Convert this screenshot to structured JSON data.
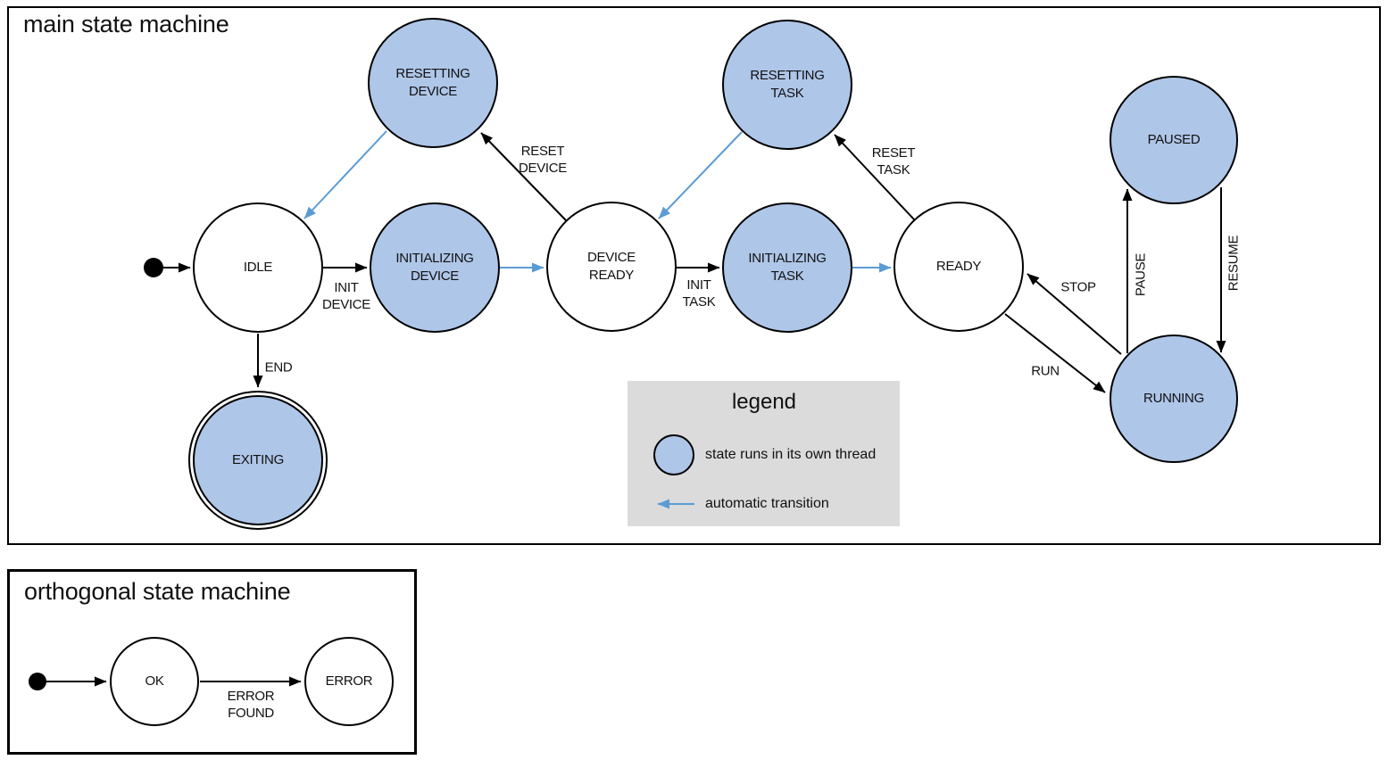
{
  "main_machine": {
    "title": "main state machine",
    "states": [
      {
        "label": "IDLE",
        "threaded": false,
        "final": false
      },
      {
        "label": "INITIALIZING\nDEVICE",
        "threaded": true,
        "final": false
      },
      {
        "label": "DEVICE\nREADY",
        "threaded": false,
        "final": false
      },
      {
        "label": "INITIALIZING\nTASK",
        "threaded": true,
        "final": false
      },
      {
        "label": "READY",
        "threaded": false,
        "final": false
      },
      {
        "label": "RESETTING\nDEVICE",
        "threaded": true,
        "final": false
      },
      {
        "label": "RESETTING\nTASK",
        "threaded": true,
        "final": false
      },
      {
        "label": "PAUSED",
        "threaded": true,
        "final": false
      },
      {
        "label": "RUNNING",
        "threaded": true,
        "final": false
      },
      {
        "label": "EXITING",
        "threaded": true,
        "final": true
      }
    ],
    "transitions": [
      {
        "from": "initial",
        "to": "IDLE",
        "label": "",
        "automatic": false
      },
      {
        "from": "IDLE",
        "to": "INITIALIZING DEVICE",
        "label": "INIT\nDEVICE",
        "automatic": false
      },
      {
        "from": "INITIALIZING DEVICE",
        "to": "DEVICE READY",
        "label": "",
        "automatic": true
      },
      {
        "from": "DEVICE READY",
        "to": "RESETTING DEVICE",
        "label": "RESET\nDEVICE",
        "automatic": false
      },
      {
        "from": "RESETTING DEVICE",
        "to": "IDLE",
        "label": "",
        "automatic": true
      },
      {
        "from": "DEVICE READY",
        "to": "INITIALIZING TASK",
        "label": "INIT\nTASK",
        "automatic": false
      },
      {
        "from": "INITIALIZING TASK",
        "to": "READY",
        "label": "",
        "automatic": true
      },
      {
        "from": "READY",
        "to": "RESETTING TASK",
        "label": "RESET\nTASK",
        "automatic": false
      },
      {
        "from": "RESETTING TASK",
        "to": "DEVICE READY",
        "label": "",
        "automatic": true
      },
      {
        "from": "READY",
        "to": "RUNNING",
        "label": "RUN",
        "automatic": false
      },
      {
        "from": "RUNNING",
        "to": "READY",
        "label": "STOP",
        "automatic": false
      },
      {
        "from": "RUNNING",
        "to": "PAUSED",
        "label": "PAUSE",
        "automatic": false
      },
      {
        "from": "PAUSED",
        "to": "RUNNING",
        "label": "RESUME",
        "automatic": false
      },
      {
        "from": "IDLE",
        "to": "EXITING",
        "label": "END",
        "automatic": false
      }
    ]
  },
  "legend": {
    "title": "legend",
    "threaded_state": "state runs in its own thread",
    "automatic_transition": "automatic transition"
  },
  "orthogonal_machine": {
    "title": "orthogonal state machine",
    "states": [
      {
        "label": "OK"
      },
      {
        "label": "ERROR"
      }
    ],
    "transitions": [
      {
        "from": "initial",
        "to": "OK",
        "label": ""
      },
      {
        "from": "OK",
        "to": "ERROR",
        "label": "ERROR\nFOUND"
      }
    ]
  },
  "colors": {
    "threaded_state_fill": "#aec6e8",
    "automatic_transition_blue": "#5b9bd5",
    "legend_background": "#dbdbdb",
    "stroke": "#000000"
  }
}
